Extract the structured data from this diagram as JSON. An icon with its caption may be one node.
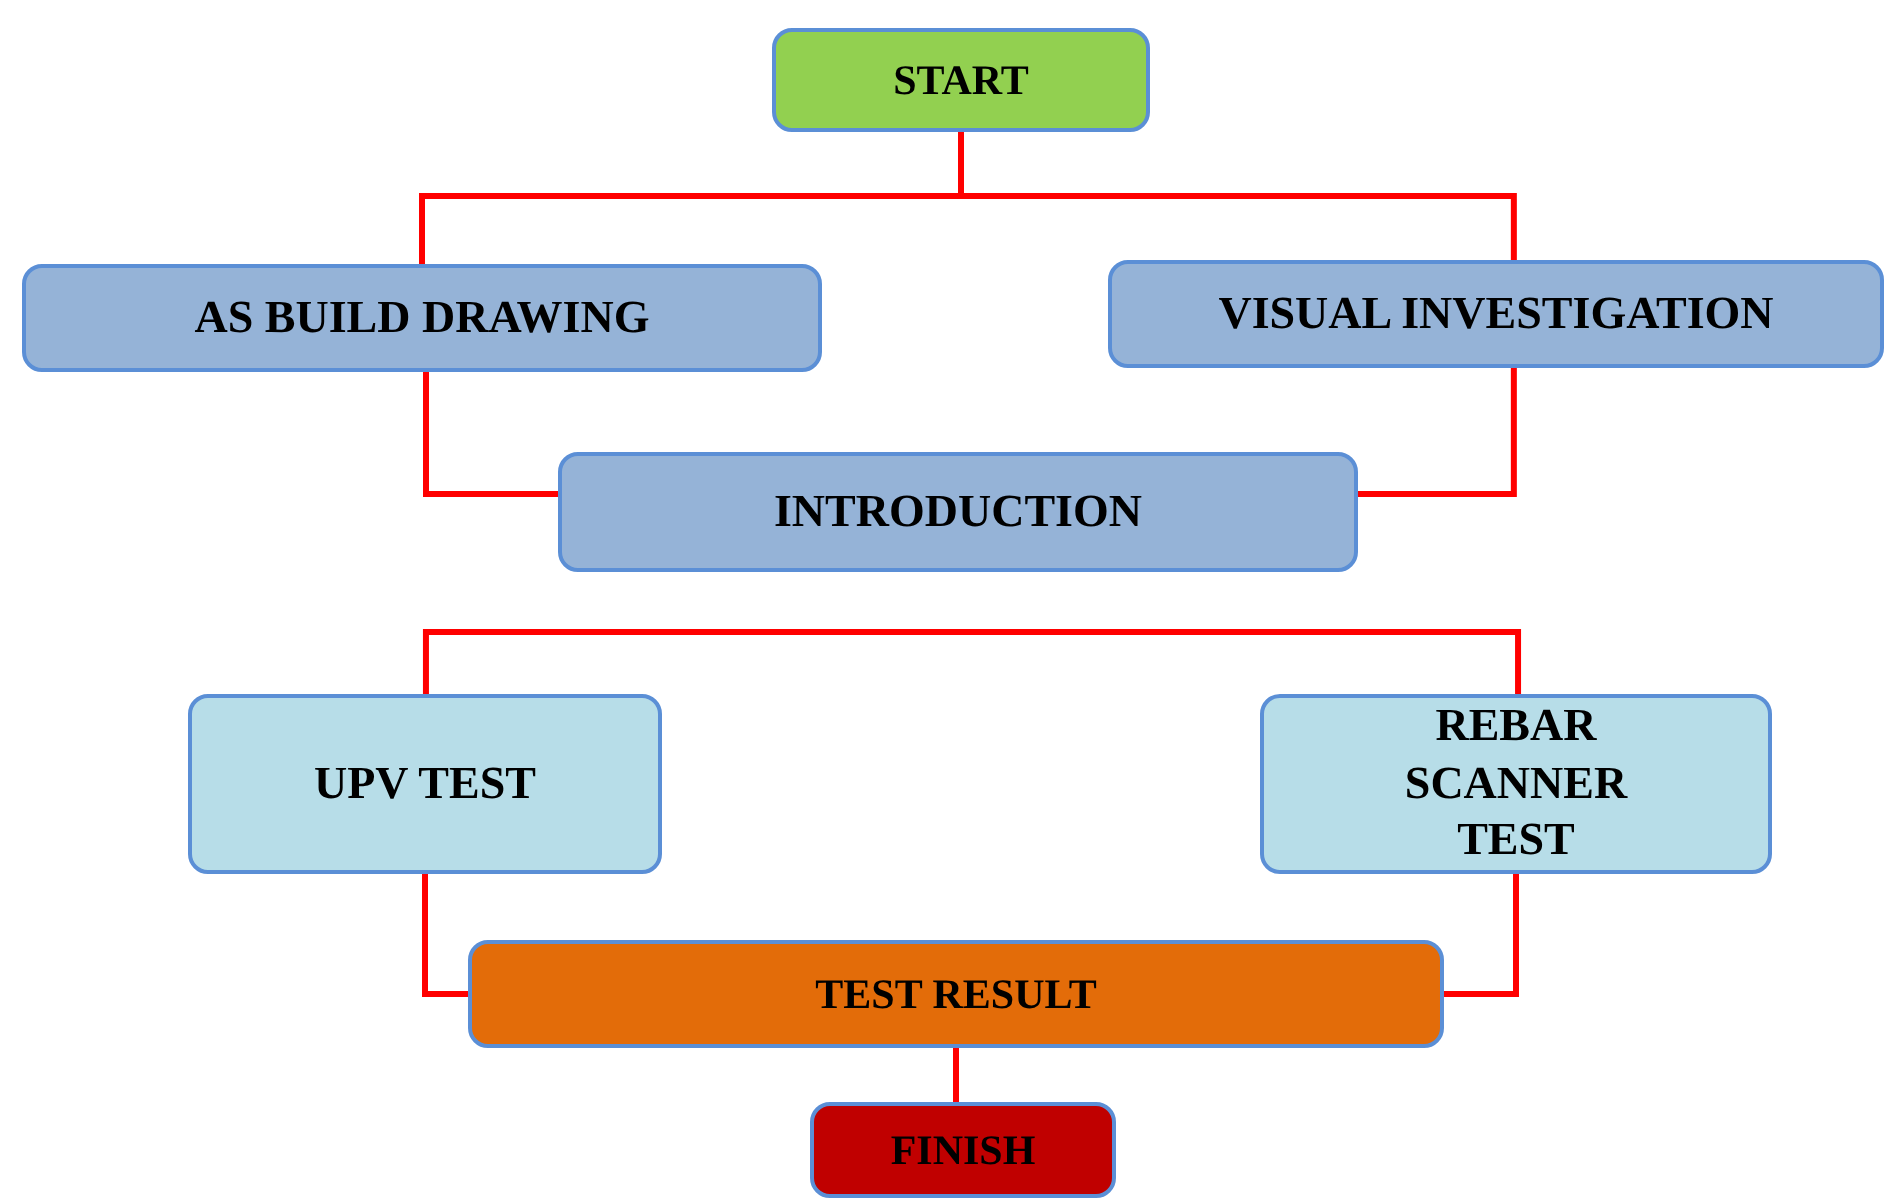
{
  "diagram": {
    "nodes": [
      {
        "text": [
          "START"
        ]
      },
      {
        "text": [
          "AS BUILD DRAWING"
        ]
      },
      {
        "text": [
          "VISUAL INVESTIGATION"
        ]
      },
      {
        "text": [
          "INTRODUCTION"
        ]
      },
      {
        "text": [
          "UPV TEST"
        ]
      },
      {
        "text": [
          "REBAR SCANNER TEST"
        ]
      },
      {
        "text": [
          "TEST RESULT"
        ]
      },
      {
        "text": [
          "FINISH"
        ]
      }
    ],
    "edges": [
      {
        "from": 0,
        "to": 1,
        "arrow": "none"
      },
      {
        "from": 0,
        "to": 2,
        "arrow": "none"
      },
      {
        "from": 1,
        "to": 3,
        "arrow": "none"
      },
      {
        "from": 2,
        "to": 3,
        "arrow": "none"
      },
      {
        "from": 4,
        "to": 5,
        "arrow": "none"
      },
      {
        "from": 4,
        "to": 6,
        "arrow": "none"
      },
      {
        "from": 5,
        "to": 6,
        "arrow": "none"
      },
      {
        "from": 6,
        "to": 7,
        "arrow": "none"
      }
    ]
  }
}
